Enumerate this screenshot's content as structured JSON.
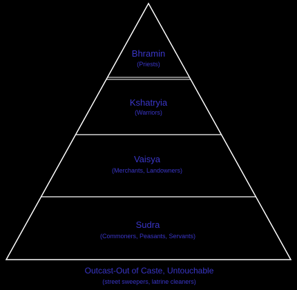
{
  "colors": {
    "background": "#000000",
    "outline": "#ffffff",
    "text": "#3a36c8"
  },
  "tiers": [
    {
      "name": "Bhramin",
      "note": "(Priests)"
    },
    {
      "name": "Kshatryia",
      "note": "(Warriors)"
    },
    {
      "name": "Vaisya",
      "note": "(Merchants, Landowners)"
    },
    {
      "name": "Sudra",
      "note": "(Commoners, Peasants, Servants)"
    }
  ],
  "outcast": {
    "name": "Outcast-Out of Caste, Untouchable",
    "note": "(street sweepers, latrine cleaners)"
  }
}
